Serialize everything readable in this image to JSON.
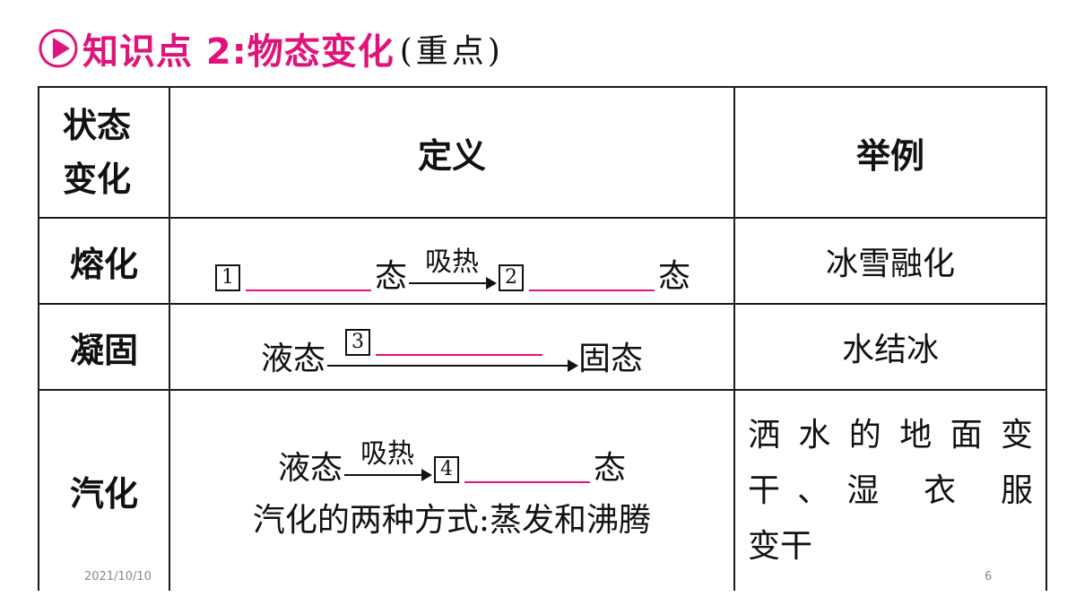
{
  "title": {
    "main": "知识点 2:物态变化",
    "sub": "(重点)"
  },
  "table": {
    "headers": {
      "state": "状态变化",
      "definition": "定义",
      "example": "举例"
    },
    "rows": [
      {
        "name": "熔化",
        "definition": [
          {
            "t": "box",
            "v": "1"
          },
          {
            "t": "blank",
            "w": 140
          },
          {
            "t": "text",
            "v": "态"
          },
          {
            "t": "arrow",
            "label": "吸热",
            "w": 96
          },
          {
            "t": "box",
            "v": "2"
          },
          {
            "t": "blank",
            "w": 140
          },
          {
            "t": "text",
            "v": "态"
          }
        ],
        "example": "冰雪融化"
      },
      {
        "name": "凝固",
        "definition": [
          {
            "t": "text",
            "v": "液态"
          },
          {
            "t": "arrow_box",
            "box": "3",
            "w": 278
          },
          {
            "t": "text",
            "v": "固态"
          }
        ],
        "example": "水结冰"
      },
      {
        "name": "汽化",
        "definition_line1": [
          {
            "t": "text",
            "v": "液态"
          },
          {
            "t": "arrow",
            "label": "吸热",
            "w": 96
          },
          {
            "t": "box",
            "v": "4"
          },
          {
            "t": "blank",
            "w": 140
          },
          {
            "t": "text",
            "v": "态"
          }
        ],
        "definition_line2": "汽化的两种方式:蒸发和沸腾",
        "example_lines": [
          "洒水的地面变",
          "干、湿 衣 服",
          "变干"
        ]
      }
    ]
  },
  "footer": {
    "date": "2021/10/10",
    "page": "6"
  },
  "colors": {
    "accent": "#e0137a",
    "border": "#1a1a1a"
  }
}
